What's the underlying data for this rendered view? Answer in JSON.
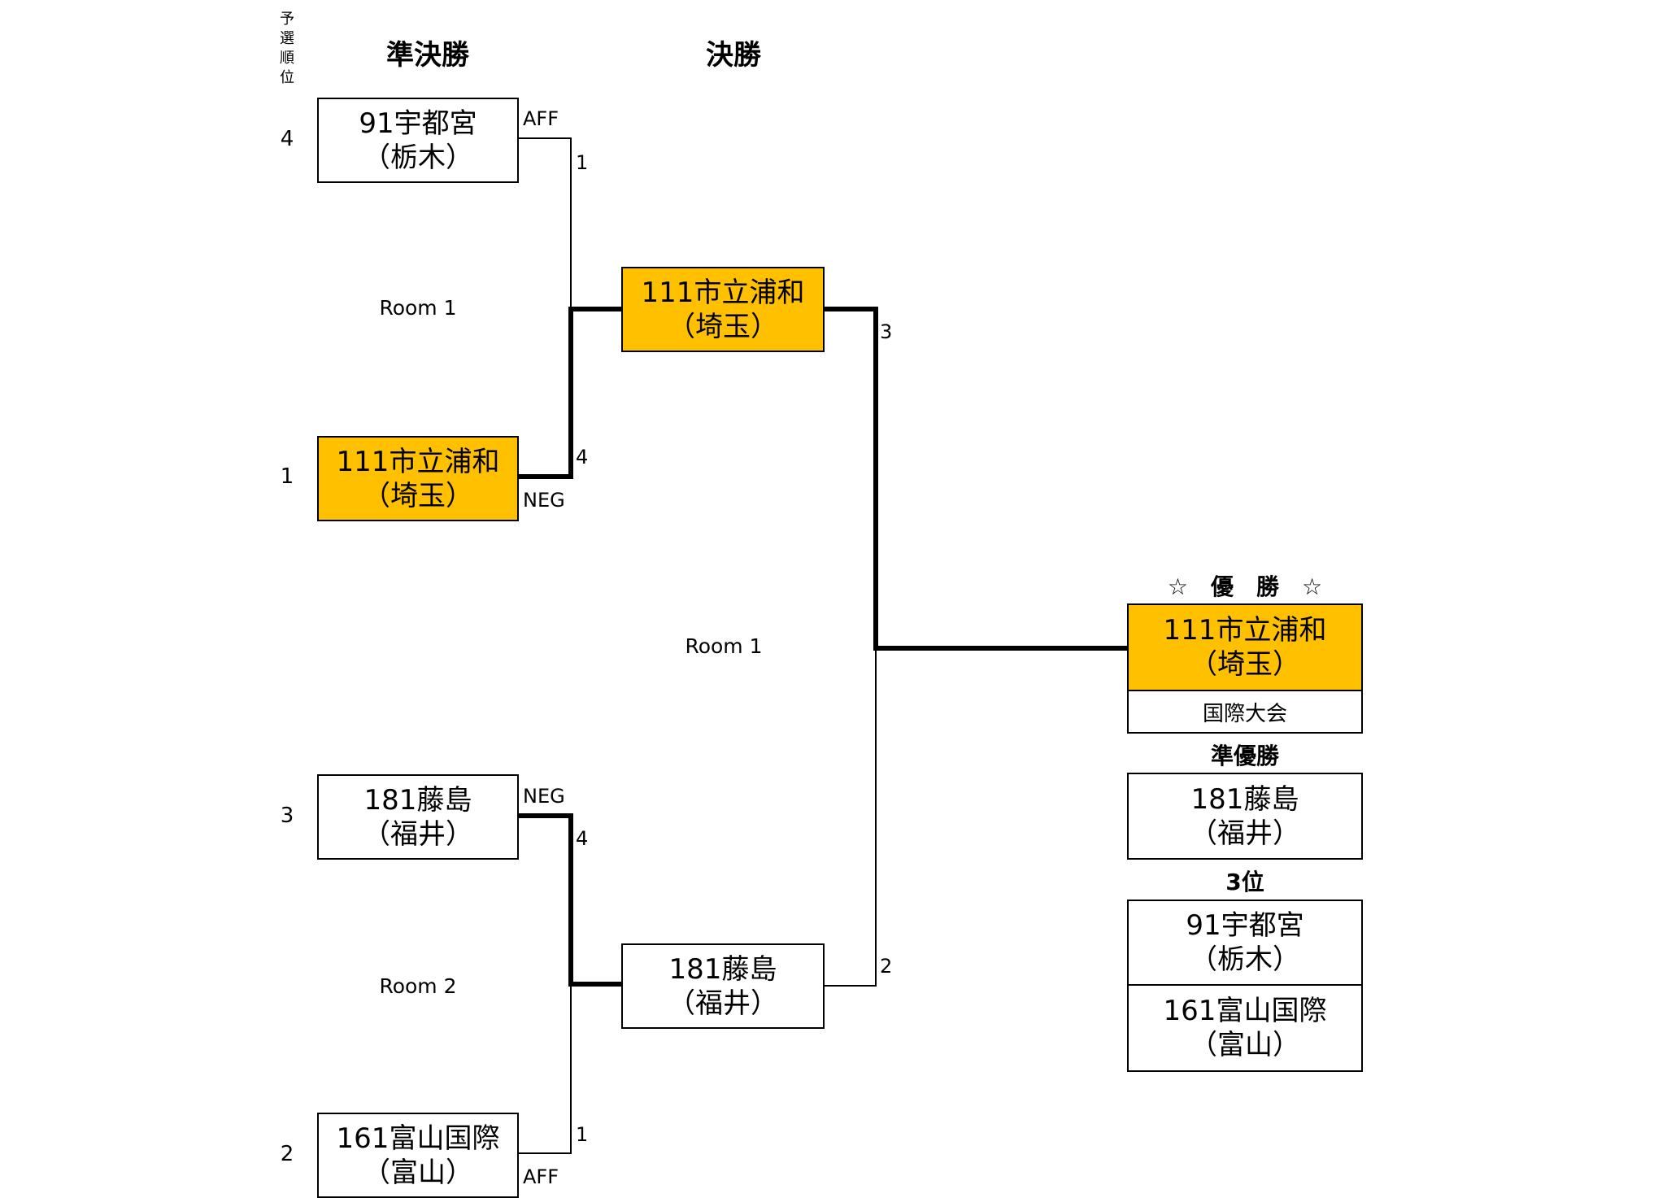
{
  "header": {
    "seed_heading": "予選順位",
    "semifinal": "準決勝",
    "final": "決勝"
  },
  "seeds": [
    "4",
    "1",
    "3",
    "2"
  ],
  "semis": [
    {
      "team": "91宇都宮",
      "pref": "（栃木）",
      "winner": false,
      "side": "AFF",
      "score": "1"
    },
    {
      "team": "111市立浦和",
      "pref": "（埼玉）",
      "winner": true,
      "side": "NEG",
      "score": "4"
    },
    {
      "team": "181藤島",
      "pref": "（福井）",
      "winner": true,
      "side": "NEG",
      "score": "4"
    },
    {
      "team": "161富山国際",
      "pref": "（富山）",
      "winner": false,
      "side": "AFF",
      "score": "1"
    }
  ],
  "rooms": {
    "semi_top": "Room 1",
    "final": "Room 1",
    "semi_bottom": "Room 2"
  },
  "finalists": [
    {
      "team": "111市立浦和",
      "pref": "（埼玉）",
      "winner": true,
      "score": "3"
    },
    {
      "team": "181藤島",
      "pref": "（福井）",
      "winner": false,
      "score": "2"
    }
  ],
  "results": {
    "champion_label": "☆　優　勝　☆",
    "champion": {
      "team": "111市立浦和",
      "pref": "（埼玉）",
      "note": "国際大会"
    },
    "runner_up_label": "準優勝",
    "runner_up": {
      "team": "181藤島",
      "pref": "（福井）"
    },
    "third_label": "3位",
    "third": [
      {
        "team": "91宇都宮",
        "pref": "（栃木）"
      },
      {
        "team": "161富山国際",
        "pref": "（富山）"
      }
    ]
  },
  "colors": {
    "winner_fill": "#ffc000",
    "line": "#000000"
  }
}
